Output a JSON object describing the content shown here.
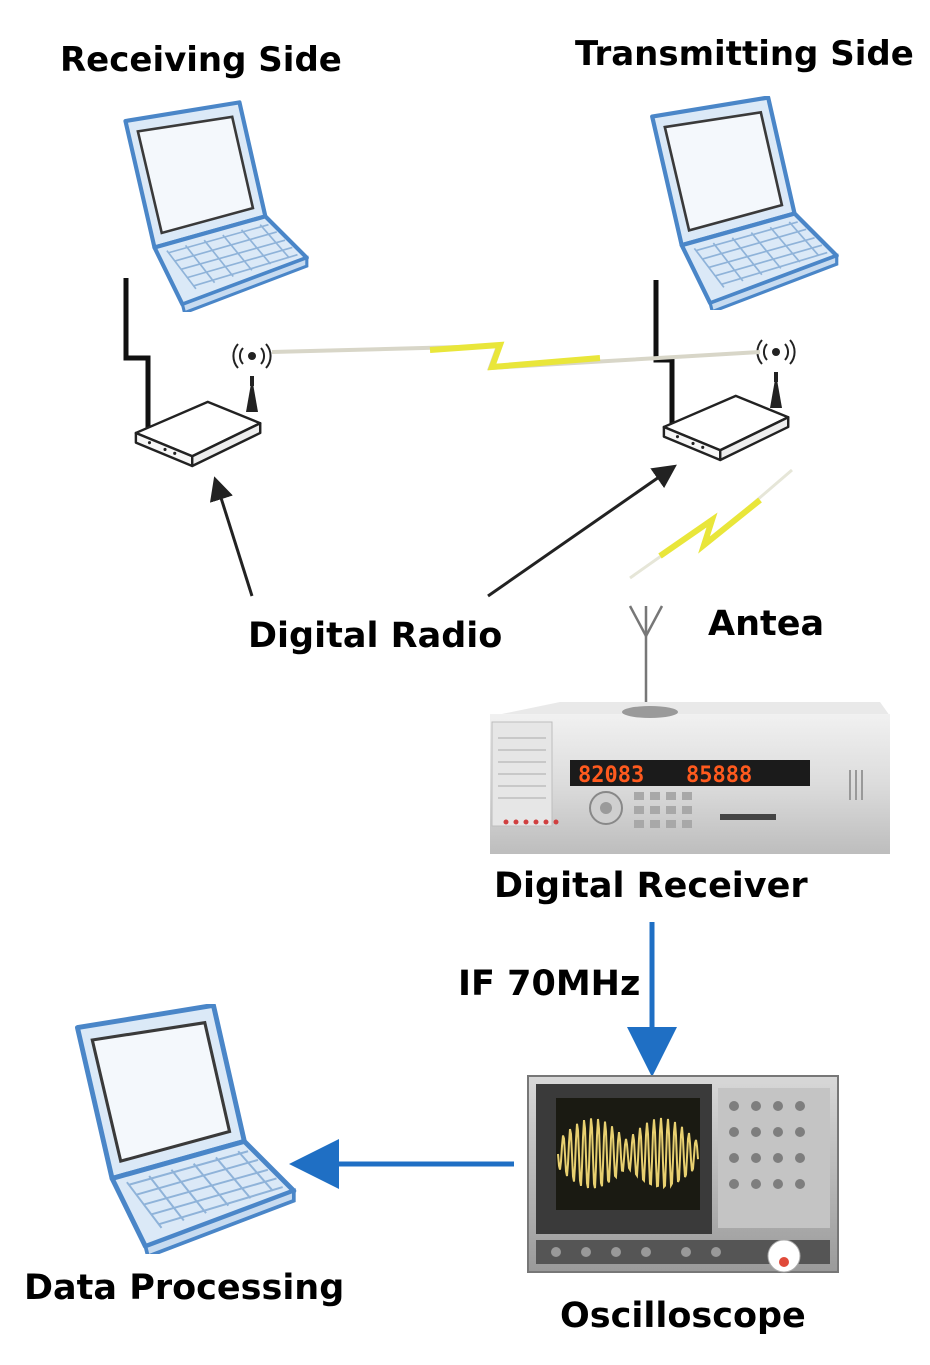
{
  "labels": {
    "receiving_side": "Receiving Side",
    "transmitting_side": "Transmitting Side",
    "digital_radio": "Digital Radio",
    "antenna": "Antea",
    "digital_receiver": "Digital Receiver",
    "if_frequency": "IF 70MHz",
    "data_processing": "Data Processing",
    "oscilloscope": "Oscilloscope"
  },
  "receiver_display": {
    "left": "82083",
    "right": "85888"
  },
  "colors": {
    "laptop_outline": "#4a86c8",
    "laptop_fill": "#dbe9f7",
    "screen_fill": "#f4f8fc",
    "radio_link": "#e9e63a",
    "flow_arrow": "#1f6fc4",
    "cable": "#111111",
    "pointer_arrow": "#222222",
    "led_digits": "#ff5a1e"
  },
  "icons": [
    "laptop-icon",
    "radio-router-icon",
    "antenna-icon",
    "lightning-link-icon",
    "digital-receiver-device",
    "oscilloscope-device"
  ]
}
